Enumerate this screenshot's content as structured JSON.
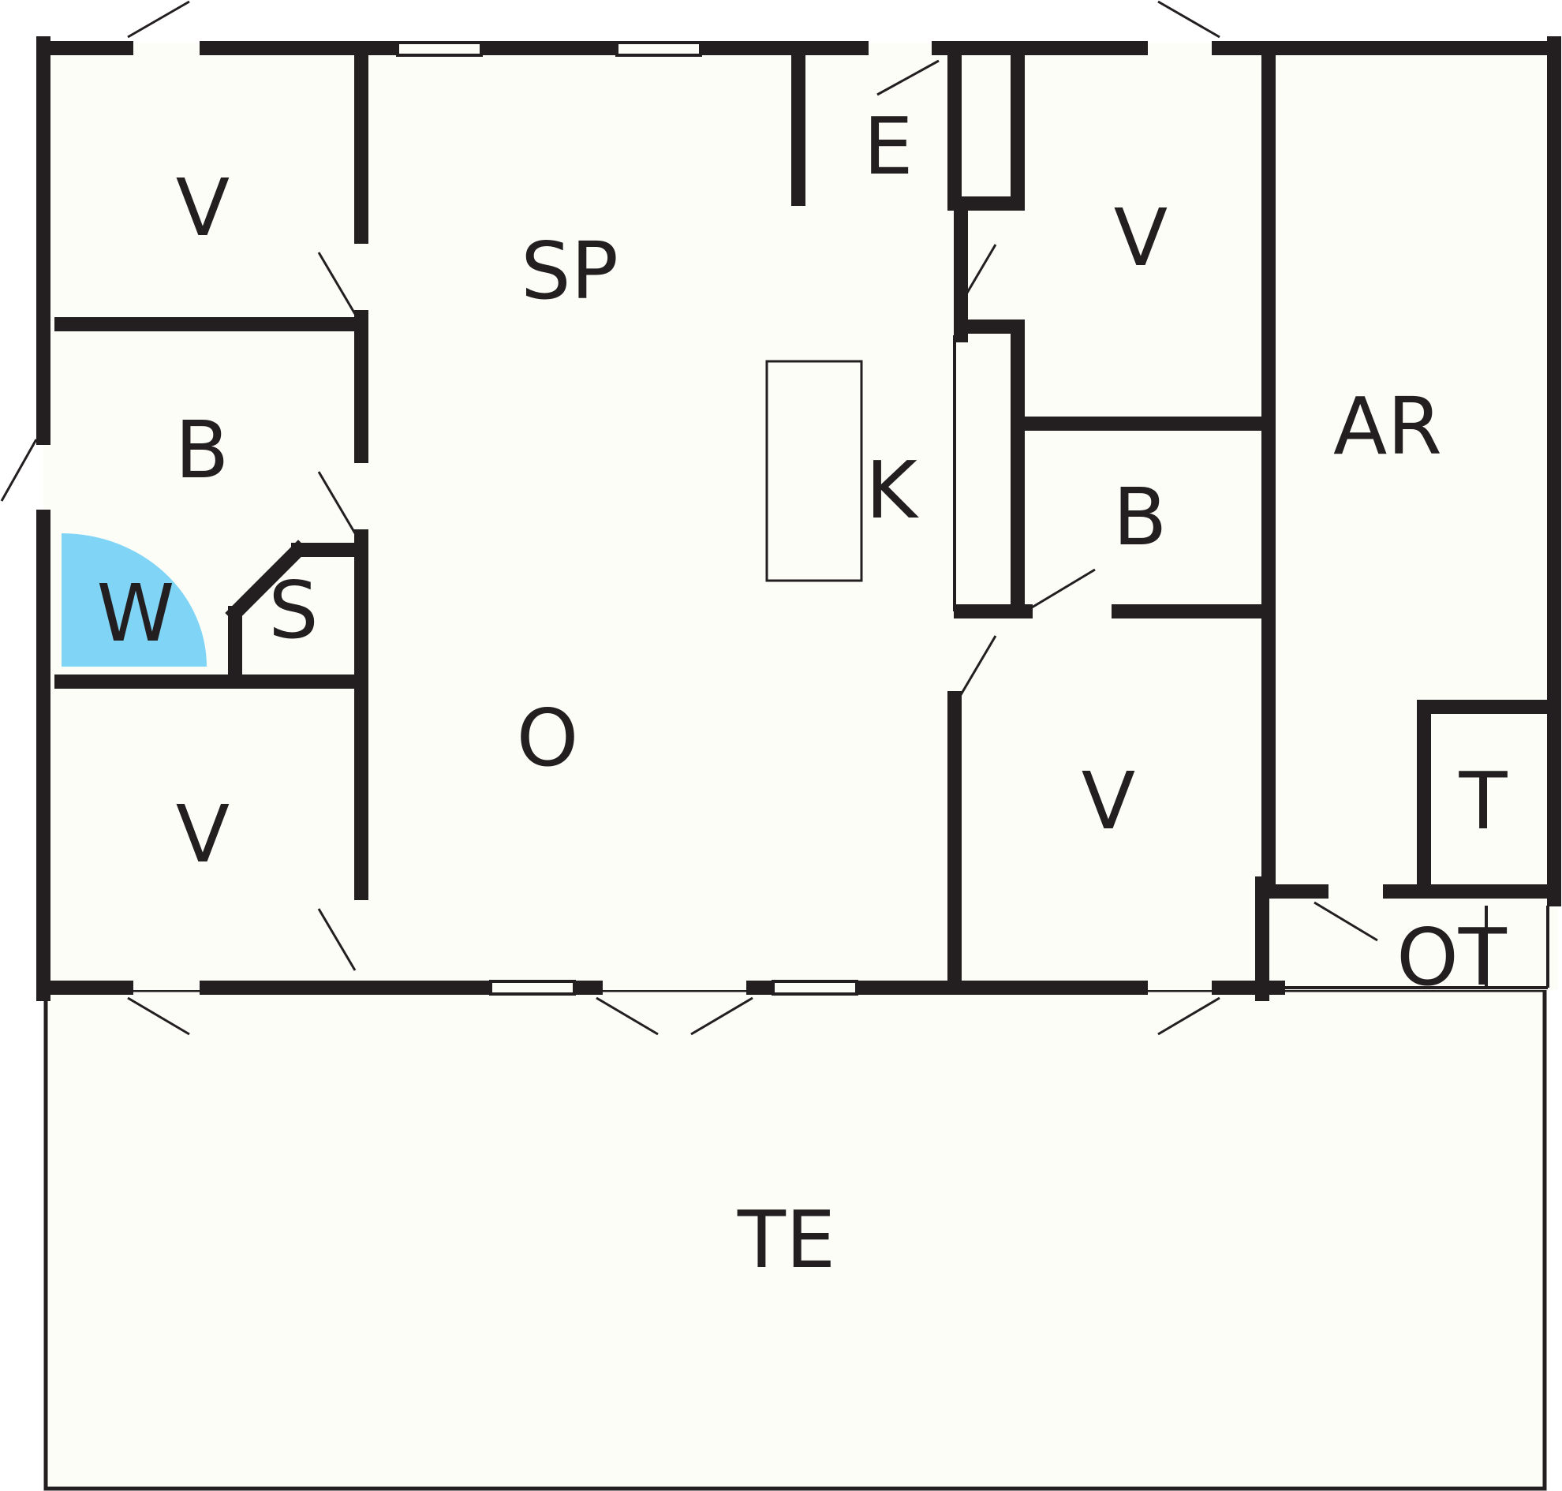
{
  "plan": {
    "colors": {
      "floor": "#fdfdf8",
      "wall": "#231f20",
      "shower": "#80d4f6",
      "page": "#ffffff"
    },
    "rooms": {
      "v1": "V",
      "b1": "B",
      "w": "W",
      "s": "S",
      "v2": "V",
      "sp": "SP",
      "e": "E",
      "k": "K",
      "o": "O",
      "v3": "V",
      "b2": "B",
      "v4": "V",
      "ar": "AR",
      "t": "T",
      "ot": "OT",
      "te": "TE"
    }
  }
}
